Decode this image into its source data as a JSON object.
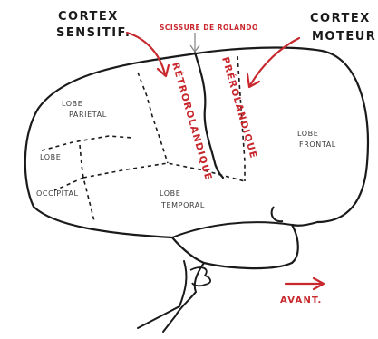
{
  "labels": {
    "cortex_sensitif": [
      "CORTEX",
      "SENSITIF."
    ],
    "cortex_moteur": [
      "CORTEX",
      "MOTEUR"
    ],
    "scissure_rolando": "SCISSURE DE ROLANDO",
    "retrorolandique": "RÉTROROLANDIQUE",
    "prerolandique": "PRÉROLANDIQUE",
    "lobe_parietal": [
      "LOBE",
      "PARIETAL"
    ],
    "lobe_frontal": [
      "LOBE",
      "FRONTAL"
    ],
    "lobe_occipital": [
      "LOBE",
      "OCCIPITAL"
    ],
    "lobe_temporal": [
      "LOBE",
      "TEMPORAL"
    ],
    "avant": "AVANT."
  },
  "colors": {
    "ink": "#1a1a1a",
    "annotation_red": "#c8282d",
    "guide_gray": "#8a8a8a"
  }
}
